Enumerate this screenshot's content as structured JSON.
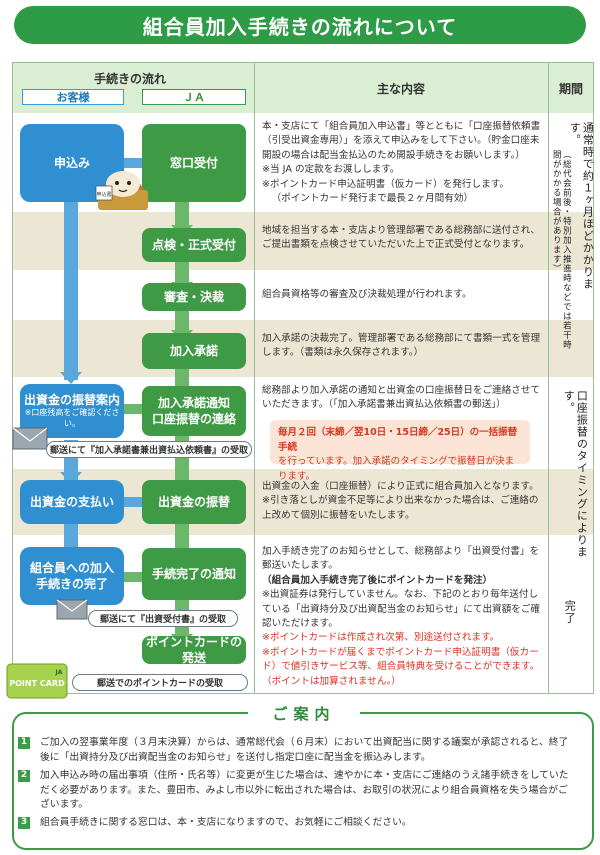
{
  "title": "組合員加入手続きの流れについて",
  "header": {
    "flow": "手続きの流れ",
    "customer": "お客様",
    "ja": "ＪＡ",
    "content": "主な内容",
    "period": "期間"
  },
  "steps": {
    "apply": "申込み",
    "window": "窓口受付",
    "check": "点検・正式受付",
    "review": "審査・決裁",
    "approve": "加入承諾",
    "transfer_notice": "出資金の振替案内",
    "transfer_notice_sub": "※口座残高をご確認ください。",
    "approve_notice_l1": "加入承諾通知",
    "approve_notice_l2": "口座振替の連絡",
    "payment": "出資金の支払い",
    "transfer": "出資金の振替",
    "complete_l1": "組合員への加入",
    "complete_l2": "手続きの完了",
    "complete_notice": "手続完了の通知",
    "point_card": "ポイントカードの発送"
  },
  "mail": {
    "one": "郵送にて『加入承諾書兼出資払込依頼書』の受取",
    "two": "郵送にて『出資受付書』の受取",
    "three": "郵送でのポイントカードの受取"
  },
  "contents": {
    "c1": "本・支店にて「組合員加入申込書」等とともに「口座振替依頼書（引受出資金専用）」を添えて申込みをして下さい。（貯金口座未開設の場合は配当金払込のため開設手続きをお願いします。）",
    "c1_b": "※当 JA の定款をお渡しします。",
    "c1_c": "※ポイントカード申込証明書（仮カード）を発行します。",
    "c1_d": "（ポイントカード発行まで最長２ヶ月間有効）",
    "c2": "地域を担当する本・支店より管理部署である総務部に送付され、ご提出書類を点検させていただいた上で正式受付となります。",
    "c3": "組合員資格等の審査及び決裁処理が行われます。",
    "c4": "加入承諾の決裁完了。管理部署である総務部にて書類一式を管理します。（書類は永久保存されます。）",
    "c5": "総務部より加入承諾の通知と出資金の口座振替日をご連絡させていただきます。（「加入承諾書兼出資払込依頼書の郵送」）",
    "c5_note_l1": "毎月２回（末締／翌10日・15日締／25日）の一括振替手続",
    "c5_note_l2": "を行っています。加入承諾のタイミングで振替日が決まります。",
    "c6": "出資金の入金（口座振替）により正式に組合員加入となります。",
    "c6_b": "※引き落としが資金不足等により出来なかった場合は、ご連絡の上改めて個別に振替をいたします。",
    "c7": "加入手続き完了のお知らせとして、総務部より「出資受付書」を郵送いたします。",
    "c7_bold": "（組合員加入手続き完了後にポイントカードを発注）",
    "c7_b": "※出資証券は発行していません。なお、下記のとおり毎年送付している「出資持分及び出資配当金のお知らせ」にて出資額をご確認いただけます。",
    "c7_red1": "※ポイントカードは作成され次第、別途送付されます。",
    "c7_red2": "※ポイントカードが届くまでポイントカード申込証明書（仮カード）で値引きサービス等、組合員特典を受けることができます。（ポイントは加算されません。）"
  },
  "period": {
    "main": "通常時で約１ヶ月ほどかかります。",
    "sub": "（総代会前後・特別加入推進時などでは若干時間がかかる場合があります）",
    "transfer": "口座振替のタイミングによります。",
    "done": "完了"
  },
  "guide": {
    "title": "ご案内",
    "items": [
      {
        "n": "1",
        "text": "ご加入の翌事業年度（３月末決算）からは、通常総代会（６月末）において出資配当に関する議案が承認されると、終了後に「出資持分及び出資配当金のお知らせ」を送付し指定口座に配当金を振込みします。"
      },
      {
        "n": "2",
        "text": "加入申込み時の届出事項（住所・氏名等）に変更が生じた場合は、速やかに本・支店にご連絡のうえ諸手続きをしていただく必要があります。また、豊田市、みよし市以外に転出された場合は、お取引の状況により組合員資格を失う場合がございます。"
      },
      {
        "n": "3",
        "text": "組合員手続きに関する窓口は、本・支店になりますので、お気軽にご相談ください。"
      }
    ]
  },
  "card": {
    "brand": "POINT CARD",
    "ja": "JA"
  },
  "badge": {
    "apply": "申込書"
  },
  "colors": {
    "green": "#3f9a46",
    "blue": "#2f8fd1",
    "red": "#e0301e",
    "beige": "#ece7d4"
  }
}
